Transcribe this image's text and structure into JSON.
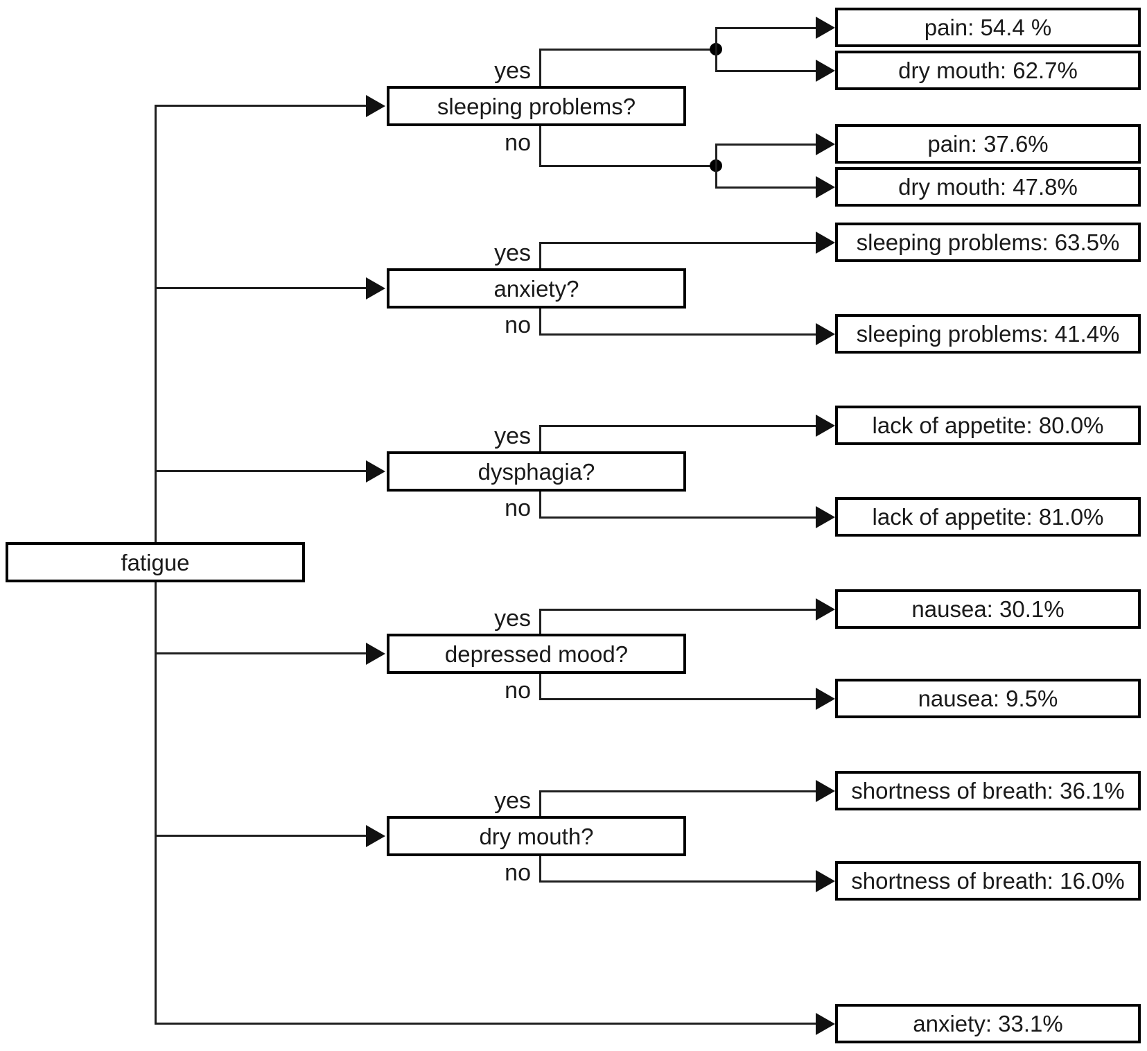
{
  "diagram": {
    "root_label": "fatigue",
    "branch_labels": {
      "yes": "yes",
      "no": "no"
    },
    "sections": [
      {
        "question": "sleeping problems?",
        "yes_leaves": [
          "pain: 54.4 %",
          "dry mouth: 62.7%"
        ],
        "no_leaves": [
          "pain: 37.6%",
          "dry mouth: 47.8%"
        ]
      },
      {
        "question": "anxiety?",
        "yes_leaves": [
          "sleeping problems: 63.5%"
        ],
        "no_leaves": [
          "sleeping problems: 41.4%"
        ]
      },
      {
        "question": "dysphagia?",
        "yes_leaves": [
          "lack of appetite: 80.0%"
        ],
        "no_leaves": [
          "lack of appetite: 81.0%"
        ]
      },
      {
        "question": "depressed mood?",
        "yes_leaves": [
          "nausea: 30.1%"
        ],
        "no_leaves": [
          "nausea: 9.5%"
        ]
      },
      {
        "question": "dry mouth?",
        "yes_leaves": [
          "shortness of breath: 36.1%"
        ],
        "no_leaves": [
          "shortness of breath: 16.0%"
        ]
      }
    ],
    "root_direct_leaf": "anxiety: 33.1%",
    "colors": {
      "line": "#1f1f1f",
      "border": "#000000",
      "text": "#1a1a1a",
      "background": "#ffffff"
    }
  }
}
